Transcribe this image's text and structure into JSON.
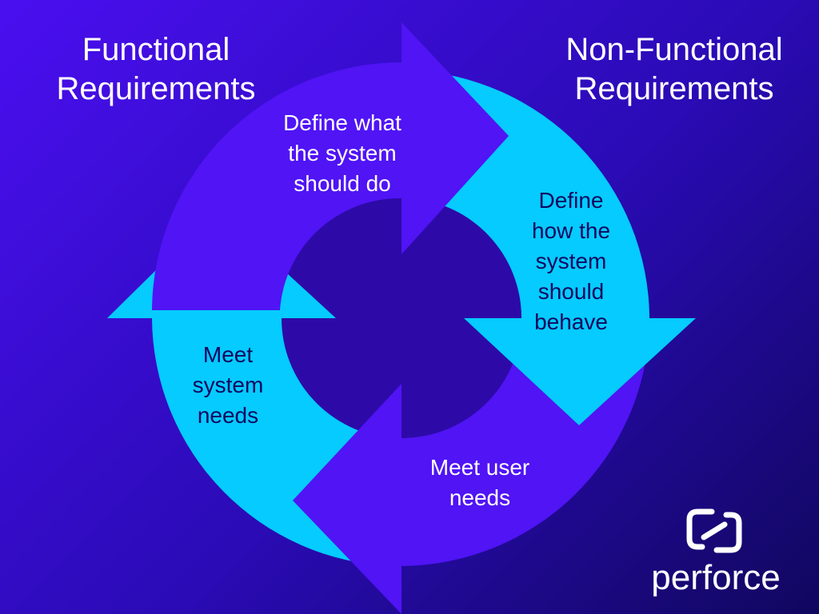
{
  "headings": {
    "functional": "Functional\nRequirements",
    "non_functional": "Non-Functional\nRequirements"
  },
  "steps": [
    {
      "label": "Define what\nthe system\nshould do"
    },
    {
      "label": "Define\nhow the\nsystem\nshould\nbehave"
    },
    {
      "label": "Meet user\nneeds"
    },
    {
      "label": "Meet\nsystem\nneeds"
    }
  ],
  "brand": {
    "name": "perforce",
    "logo_icon": "perforce-logo-icon"
  },
  "colors": {
    "background_start": "#4a0ff0",
    "background_end": "#10075e",
    "arrow_purple": "#5014f5",
    "arrow_cyan": "#05cbff",
    "center": "#2d0aa8",
    "text_light": "#ffffff",
    "text_dark": "#10075e"
  }
}
